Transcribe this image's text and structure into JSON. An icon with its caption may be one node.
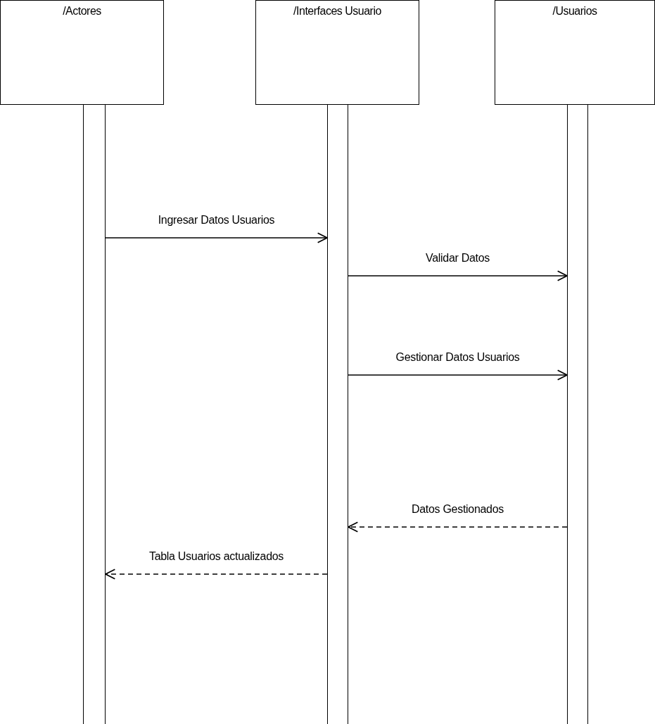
{
  "diagram": {
    "nodes": [
      {
        "text": [
          "/Actores"
        ]
      },
      {
        "text": [
          "/Interfaces Usuario"
        ]
      },
      {
        "text": [
          "/Usuarios"
        ]
      },
      {
        "text": [],
        "shape": "bar"
      },
      {
        "text": [],
        "shape": "bar"
      },
      {
        "text": [],
        "shape": "bar"
      }
    ],
    "edges": [
      {
        "from": 3,
        "to": 4,
        "arrow": "to",
        "label": "Ingresar Datos Usuarios"
      },
      {
        "from": 4,
        "to": 5,
        "arrow": "to",
        "label": "Validar Datos"
      },
      {
        "from": 4,
        "to": 5,
        "arrow": "to",
        "label": "Gestionar Datos Usuarios"
      },
      {
        "from": 5,
        "to": 4,
        "arrow": "to",
        "label": "Datos Gestionados",
        "style": "dashed"
      },
      {
        "from": 4,
        "to": 3,
        "arrow": "to",
        "label": "Tabla Usuarios actualizados",
        "style": "dashed"
      }
    ]
  }
}
